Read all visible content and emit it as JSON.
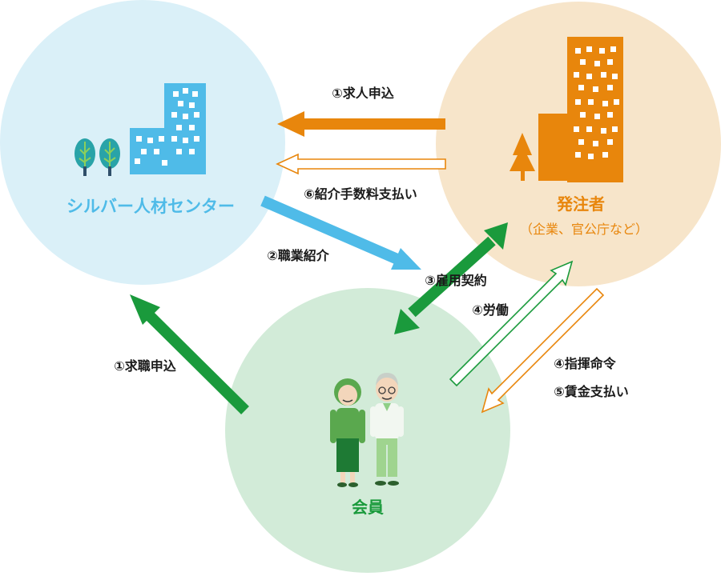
{
  "nodes": {
    "center": {
      "title": "シルバー人材センター"
    },
    "client": {
      "title": "発注者",
      "subtitle": "（企業、官公庁など）"
    },
    "member": {
      "title": "会員"
    }
  },
  "flows": {
    "f1_job_offer": "①求人申込",
    "f6_fee_payment": "⑥紹介手数料支払い",
    "f2_referral": "②職業紹介",
    "f3_employment_contract": "③雇用契約",
    "f4_labor": "④労働",
    "f4_instruction": "④指揮命令",
    "f5_wage_payment": "⑤賃金支払い",
    "f1_job_application": "①求職申込"
  },
  "colors": {
    "center_bg": "#daf0f8",
    "client_bg": "#f7e5ca",
    "member_bg": "#d2ebd8",
    "blue": "#4fbbe8",
    "orange": "#e8860c",
    "green": "#1a9a3c",
    "text": "#1a1a1a"
  },
  "icons": {
    "center": "office-building-with-trees-icon",
    "client": "office-towers-with-tree-icon",
    "member": "elderly-couple-icon"
  }
}
